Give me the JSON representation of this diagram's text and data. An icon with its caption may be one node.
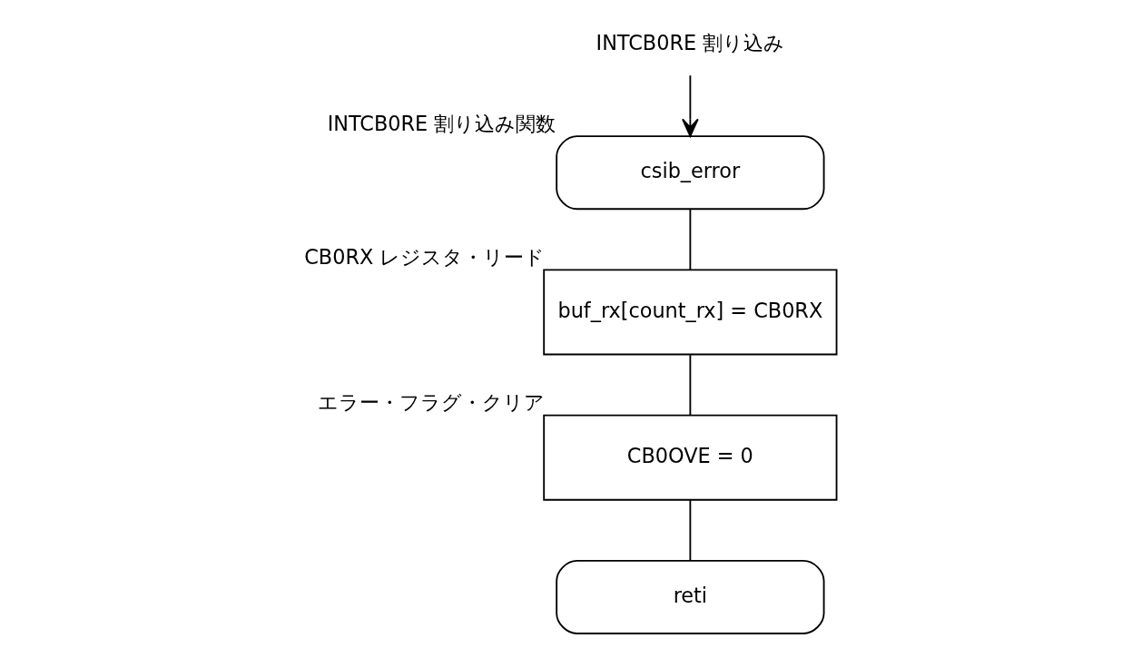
{
  "diagram": {
    "nodes": [
      {
        "text": [
          "INTCB0RE 割り込み"
        ]
      },
      {
        "text": [
          "csib_error"
        ],
        "beside": [
          "INTCB0RE 割り込み関数"
        ]
      },
      {
        "text": [
          "buf_rx[count_rx] = CB0RX"
        ],
        "beside": [
          "CB0RX レジスタ・リード"
        ]
      },
      {
        "text": [
          "CB0OVE = 0"
        ],
        "beside": [
          "エラー・フラグ・クリア"
        ]
      },
      {
        "text": [
          "reti"
        ]
      }
    ],
    "edges": [
      {
        "from": 0,
        "to": 1,
        "arrow": "to"
      },
      {
        "from": 1,
        "to": 2,
        "arrow": "none"
      },
      {
        "from": 2,
        "to": 3,
        "arrow": "none"
      },
      {
        "from": 3,
        "to": 4,
        "arrow": "none"
      }
    ]
  }
}
